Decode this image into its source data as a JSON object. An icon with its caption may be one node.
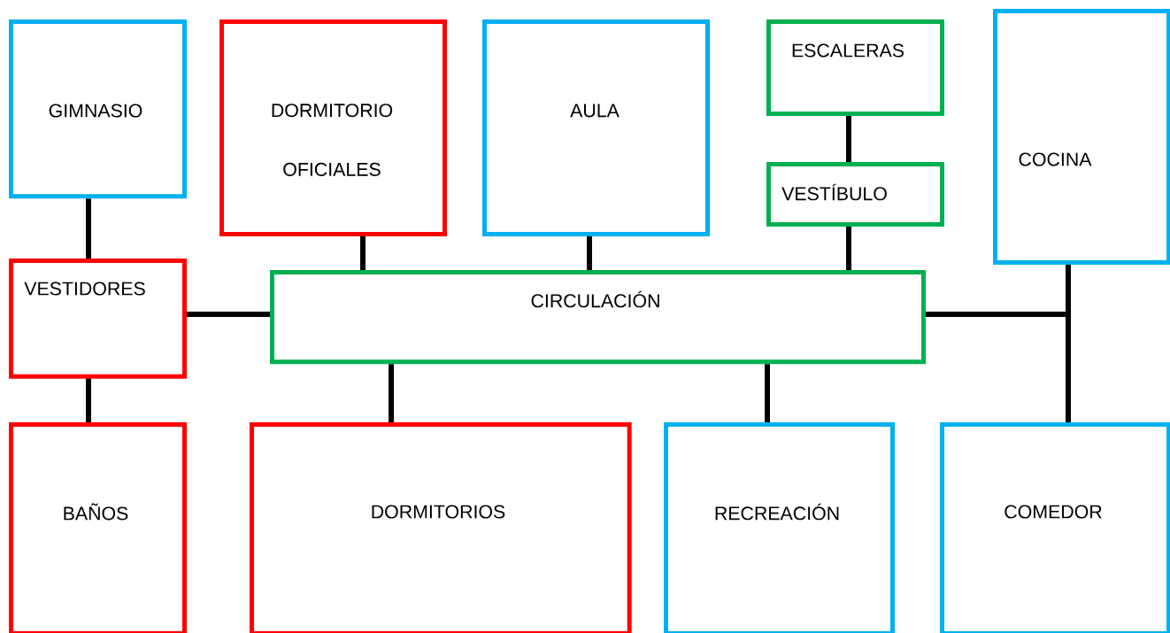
{
  "diagram": {
    "nodes": [
      {
        "text": [
          "GIMNASIO"
        ]
      },
      {
        "text": [
          "DORMITORIO OFICIALES"
        ]
      },
      {
        "text": [
          "AULA"
        ]
      },
      {
        "text": [
          "ESCALERAS"
        ]
      },
      {
        "text": [
          "COCINA"
        ]
      },
      {
        "text": [
          "VESTÍBULO"
        ]
      },
      {
        "text": [
          "VESTIDORES"
        ]
      },
      {
        "text": [
          "CIRCULACIÓN"
        ]
      },
      {
        "text": [
          "BAÑOS"
        ]
      },
      {
        "text": [
          "DORMITORIOS"
        ]
      },
      {
        "text": [
          "RECREACIÓN"
        ]
      },
      {
        "text": [
          "COMEDOR"
        ]
      }
    ],
    "edges": [
      {
        "from": 0,
        "to": 6,
        "arrow": "none"
      },
      {
        "from": 6,
        "to": 8,
        "arrow": "none"
      },
      {
        "from": 6,
        "to": 7,
        "arrow": "none"
      },
      {
        "from": 1,
        "to": 7,
        "arrow": "none"
      },
      {
        "from": 2,
        "to": 7,
        "arrow": "none"
      },
      {
        "from": 3,
        "to": 5,
        "arrow": "none"
      },
      {
        "from": 5,
        "to": 7,
        "arrow": "none"
      },
      {
        "from": 7,
        "to": 9,
        "arrow": "none"
      },
      {
        "from": 7,
        "to": 10,
        "arrow": "none"
      },
      {
        "from": 7,
        "to": 4,
        "arrow": "none"
      },
      {
        "from": 7,
        "to": 11,
        "arrow": "none"
      }
    ]
  }
}
